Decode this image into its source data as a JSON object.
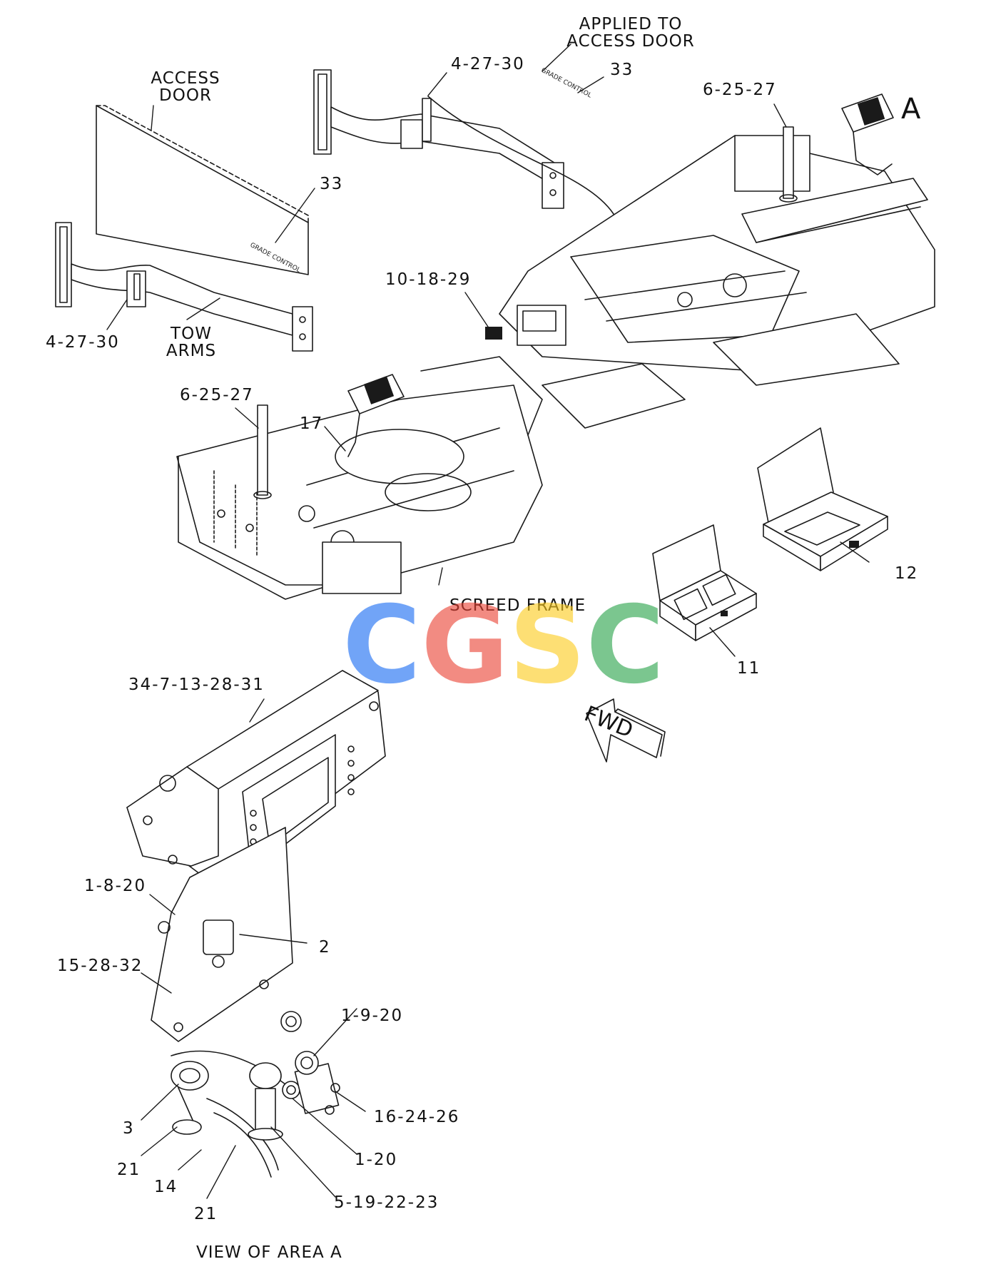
{
  "labels": {
    "applied_to_access_door": "APPLIED TO\nACCESS DOOR",
    "access_door": "ACCESS\nDOOR",
    "tow_arms": "TOW\nARMS",
    "screed_frame": "SCREED FRAME",
    "view_of_area_a": "VIEW OF AREA  A",
    "area_letter": "A",
    "fwd": "FWD"
  },
  "callouts": {
    "c_4_27_30_top": "4-27-30",
    "c_33_top": "33",
    "c_6_25_27_top": "6-25-27",
    "c_33_door": "33",
    "c_4_27_30_left": "4-27-30",
    "c_10_18_29": "10-18-29",
    "c_6_25_27_left": "6-25-27",
    "c_17": "17",
    "c_12": "12",
    "c_11": "11",
    "c_34_7_13_28_31": "34-7-13-28-31",
    "c_1_8_20": "1-8-20",
    "c_2": "2",
    "c_15_28_32": "15-28-32",
    "c_1_9_20": "1-9-20",
    "c_3": "3",
    "c_16_24_26": "16-24-26",
    "c_21_a": "21",
    "c_1_20": "1-20",
    "c_14": "14",
    "c_5_19_22_23": "5-19-22-23",
    "c_21_b": "21"
  },
  "watermark": {
    "letters": [
      "C",
      "G",
      "S",
      "C"
    ],
    "colors": [
      "#4285F4",
      "#EA4335",
      "#FBCC1E",
      "#34A853"
    ]
  },
  "colors": {
    "line": "#1a1a1a",
    "background": "#ffffff"
  }
}
